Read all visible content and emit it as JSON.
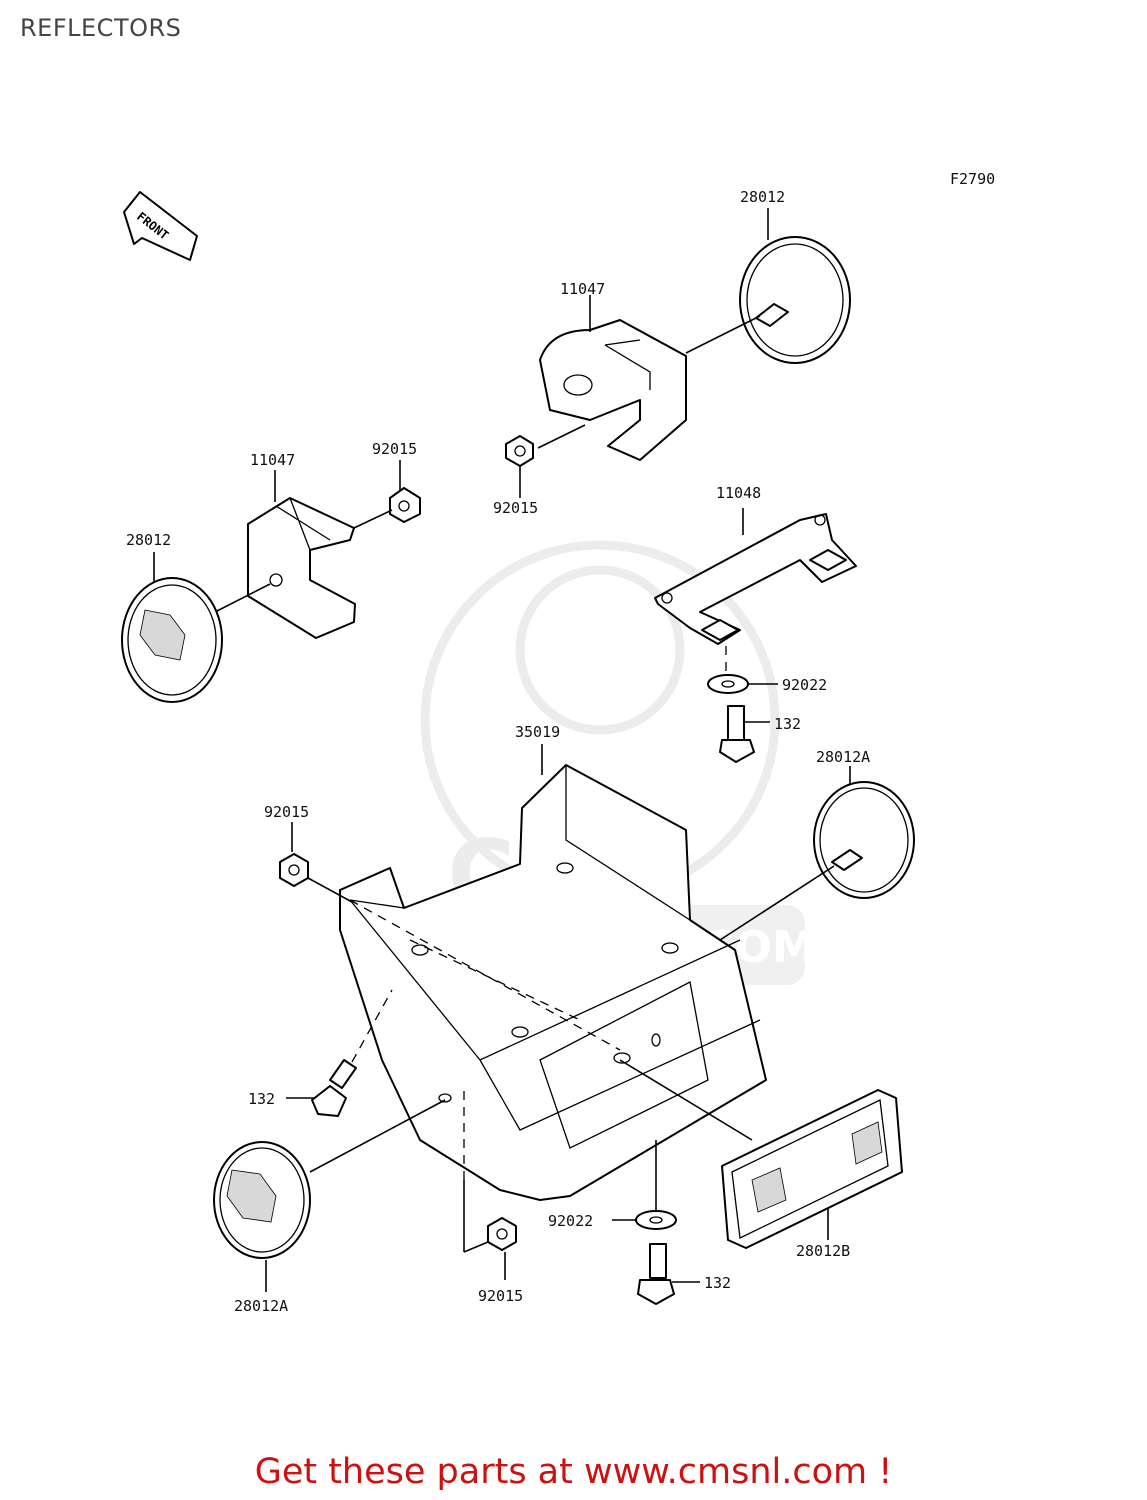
{
  "page": {
    "title": "REFLECTORS"
  },
  "diagram": {
    "figure_code": "F2790",
    "front_marker": "FRONT",
    "watermark": {
      "text": "WWW.CMSNL.COM",
      "logo": "CMS"
    },
    "callouts": {
      "reflector_top_right": "28012",
      "bracket_top": "11047",
      "nut_top": "92015",
      "bracket_left": "11047",
      "nut_left": "92015",
      "reflector_left": "28012",
      "bracket_plate": "11048",
      "washer_upper": "92022",
      "bolt_upper": "132",
      "holder": "35019",
      "reflector_right": "28012A",
      "nut_mid_left": "92015",
      "bolt_left": "132",
      "reflector_bottom_left": "28012A",
      "nut_bottom": "92015",
      "washer_lower": "92022",
      "bolt_lower": "132",
      "reflector_rear": "28012B"
    }
  },
  "footer": {
    "text": "Get these parts at www.cmsnl.com !",
    "color": "#cc1111"
  }
}
